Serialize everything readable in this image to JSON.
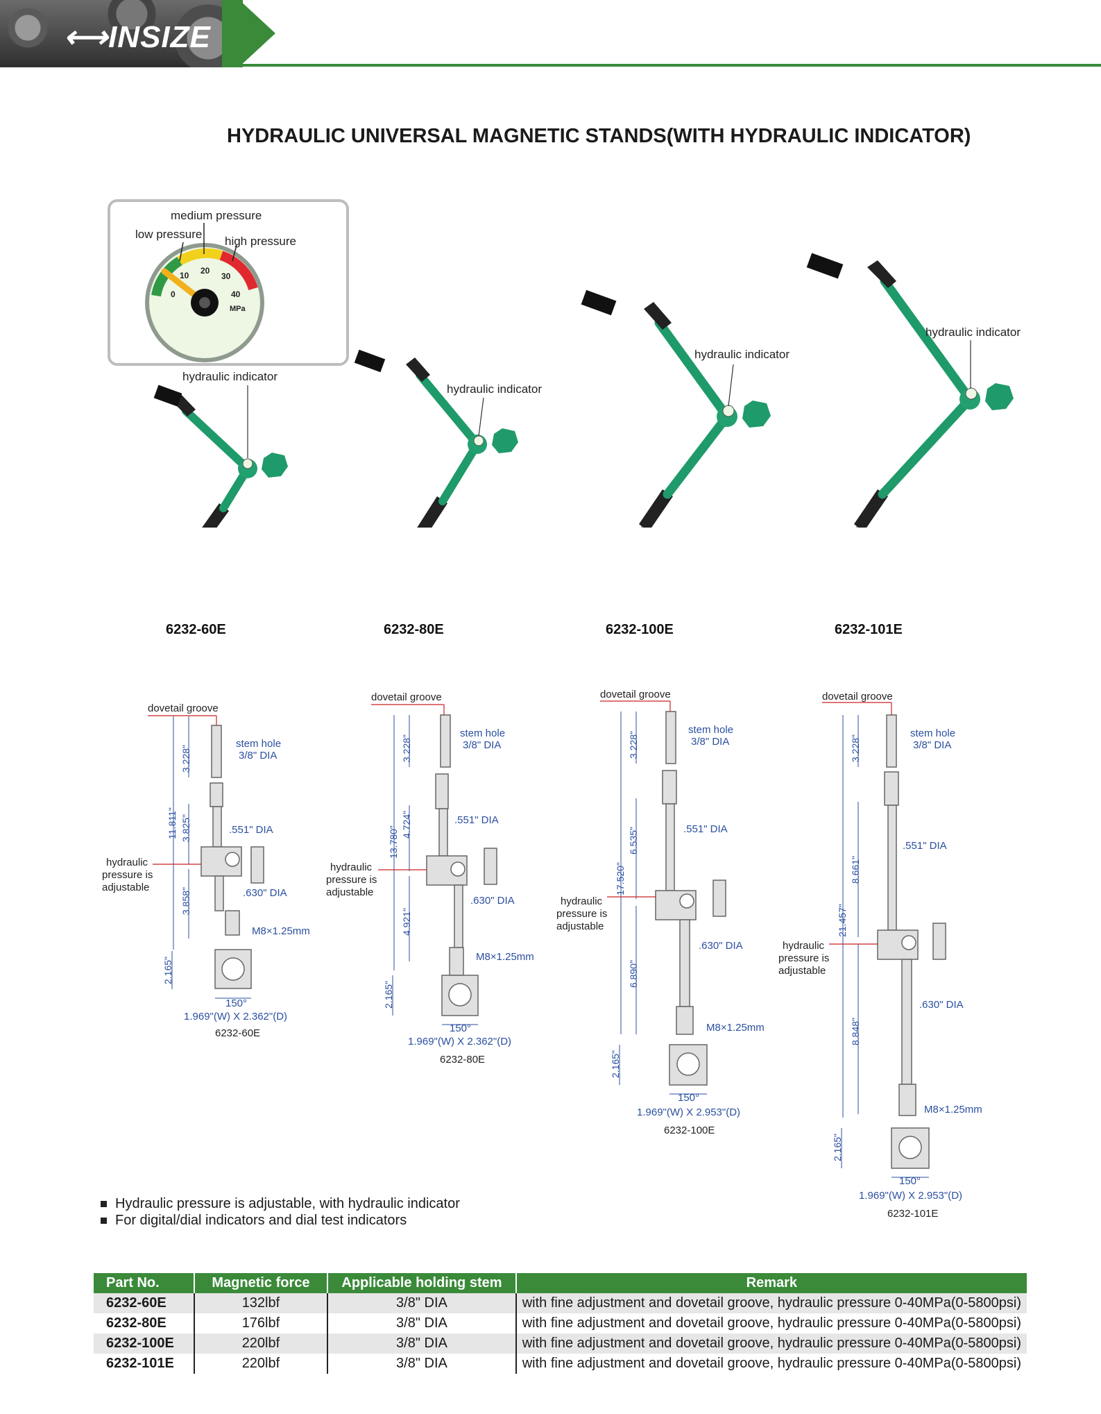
{
  "header": {
    "logo": "INSIZE"
  },
  "title": "HYDRAULIC UNIVERSAL MAGNETIC STANDS(WITH HYDRAULIC INDICATOR)",
  "gauge": {
    "medium": "medium pressure",
    "low": "low pressure",
    "high": "high pressure",
    "ticks": [
      "0",
      "10",
      "20",
      "30",
      "40"
    ],
    "unit": "MPa"
  },
  "callout": "hydraulic indicator",
  "products": [
    {
      "model": "6232-60E"
    },
    {
      "model": "6232-80E"
    },
    {
      "model": "6232-100E"
    },
    {
      "model": "6232-101E"
    }
  ],
  "drawing_labels": {
    "dovetail": "dovetail groove",
    "stem_hole": "stem hole",
    "stem_dia": "3/8\" DIA",
    "rod551": ".551\" DIA",
    "rod630": ".630\" DIA",
    "thread": "M8×1.25mm",
    "pressure_l1": "hydraulic",
    "pressure_l2": "pressure is",
    "pressure_l3": "adjustable",
    "angle": "150°"
  },
  "drawings": [
    {
      "model": "6232-60E",
      "total": "11.811\"",
      "top": "3.228\"",
      "upper": "3.825\"",
      "lower": "3.858\"",
      "base": "2.165\"",
      "size": "1.969\"(W) X 2.362\"(D)"
    },
    {
      "model": "6232-80E",
      "total": "13.780\"",
      "top": "3.228\"",
      "upper": "4.724\"",
      "lower": "4.921\"",
      "base": "2.165\"",
      "size": "1.969\"(W) X 2.362\"(D)"
    },
    {
      "model": "6232-100E",
      "total": "17.520\"",
      "top": "3.228\"",
      "upper": "6.535\"",
      "lower": "6.890\"",
      "base": "2.165\"",
      "size": "1.969\"(W) X 2.953\"(D)"
    },
    {
      "model": "6232-101E",
      "total": "21.457\"",
      "top": "3.228\"",
      "upper": "8.661\"",
      "lower": "8.848\"",
      "base": "2.165\"",
      "size": "1.969\"(W) X 2.953\"(D)"
    }
  ],
  "features": [
    "Hydraulic pressure is adjustable, with hydraulic indicator",
    "For digital/dial indicators and dial test indicators"
  ],
  "table": {
    "headers": [
      "Part No.",
      "Magnetic force",
      "Applicable holding stem",
      "Remark"
    ],
    "rows": [
      [
        "6232-60E",
        "132lbf",
        "3/8\" DIA",
        "with fine adjustment and dovetail groove, hydraulic pressure 0-40MPa(0-5800psi)"
      ],
      [
        "6232-80E",
        "176lbf",
        "3/8\" DIA",
        "with fine adjustment and dovetail groove, hydraulic pressure 0-40MPa(0-5800psi)"
      ],
      [
        "6232-100E",
        "220lbf",
        "3/8\" DIA",
        "with fine adjustment and dovetail groove, hydraulic pressure 0-40MPa(0-5800psi)"
      ],
      [
        "6232-101E",
        "220lbf",
        "3/8\" DIA",
        "with fine adjustment and dovetail groove, hydraulic pressure 0-40MPa(0-5800psi)"
      ]
    ]
  },
  "colors": {
    "brand_green": "#3a8a3a",
    "stand_green": "#1f9a6a",
    "dim_blue": "#2a4fa0"
  }
}
